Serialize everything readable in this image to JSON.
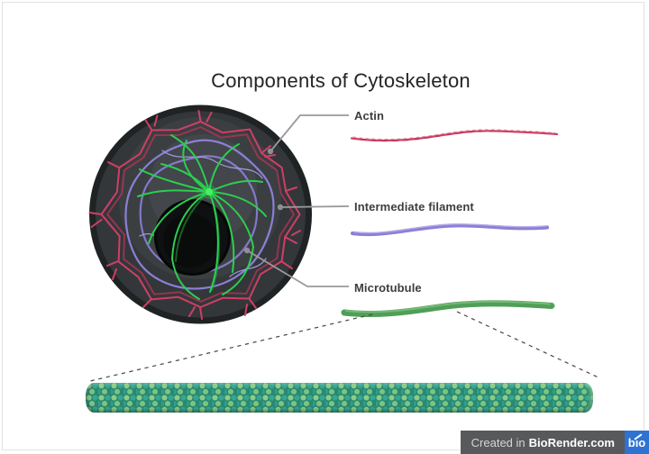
{
  "title": "Components of Cytoskeleton",
  "diagram": {
    "labels": {
      "actin": "Actin",
      "intermediate_filament": "Intermediate filament",
      "microtubule": "Microtubule"
    },
    "components": [
      {
        "name": "Actin",
        "color": "#cf3f66",
        "depiction": "thin wavy red filament"
      },
      {
        "name": "Intermediate filament",
        "color": "#8b80d6",
        "depiction": "wavy purple rope"
      },
      {
        "name": "Microtubule",
        "color": "#5cab61",
        "depiction": "thick green beaded tube"
      }
    ],
    "colors": {
      "actin": "#cf3f66",
      "intermediate_filament": "#8b80d6",
      "microtubule_small": "#5cab61",
      "microtubule_green": "#2bcf4e",
      "microtubule_bead_light": "#8acd86",
      "microtubule_bead_teal": "#35a693",
      "cell_body": "#33373a",
      "cell_rim": "#202324",
      "nucleus": "#0e1011",
      "leader_line": "#9a9a9a",
      "dashed_line": "#474747"
    }
  },
  "badge": {
    "prefix": "Created in",
    "brand": "BioRender.com",
    "logo_text": "bıo",
    "bg_color": "#58595b",
    "logo_bg_color": "#2e72d2"
  }
}
